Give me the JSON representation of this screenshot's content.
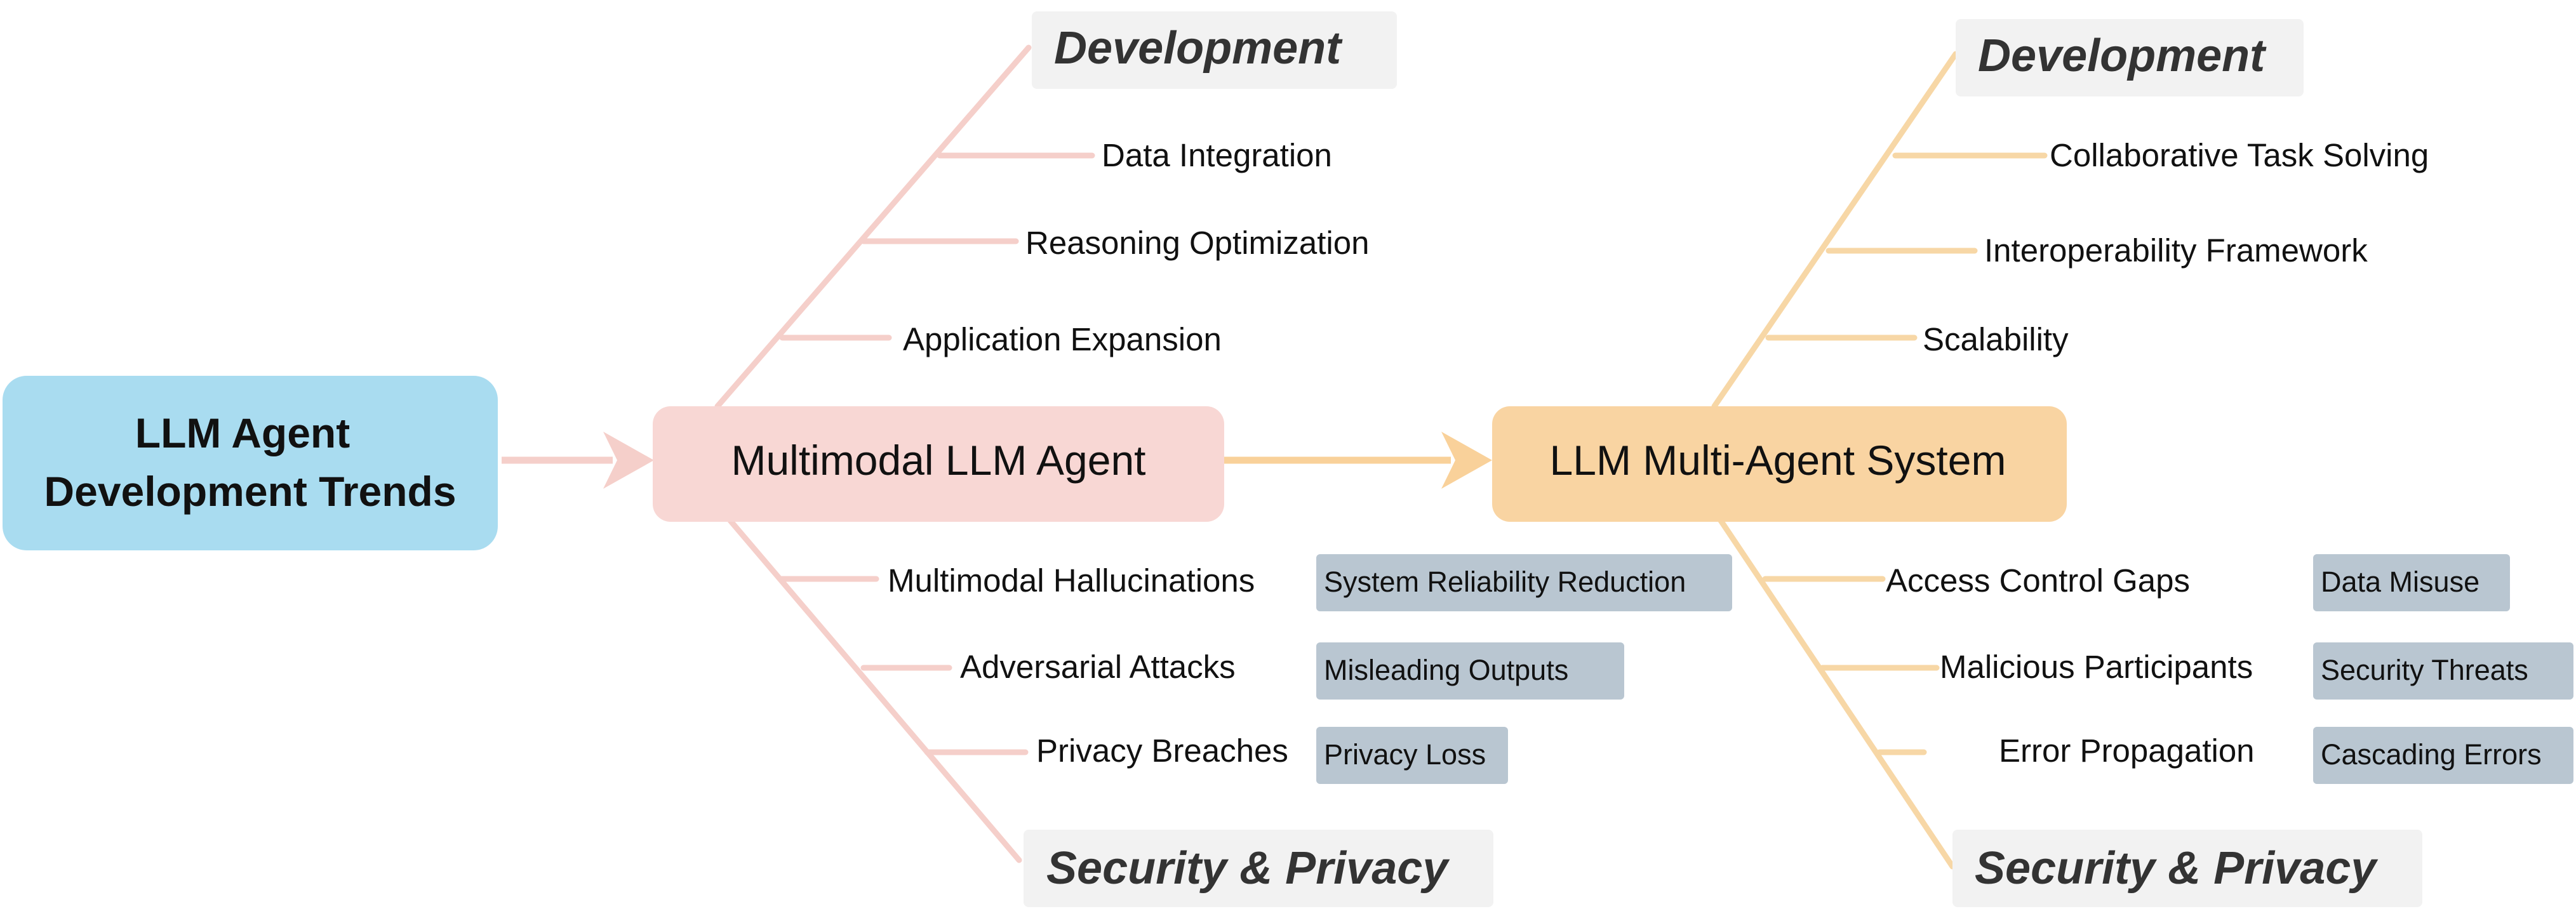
{
  "colors": {
    "root_fill": "#a9dcf0",
    "multimodal_fill": "#f8d7d4",
    "multimodal_line": "#f5cfca",
    "multi_agent_fill": "#f9d4a2",
    "multi_agent_line": "#f7d7a6",
    "heading_fill": "#f2f2f2",
    "tag_fill": "#b9c6d1"
  },
  "root": {
    "line1": "LLM Agent",
    "line2": "Development Trends"
  },
  "multimodal": {
    "title": "Multimodal LLM Agent",
    "development": {
      "heading": "Development",
      "items": [
        "Data Integration",
        "Reasoning Optimization",
        "Application Expansion"
      ]
    },
    "security": {
      "heading": "Security & Privacy",
      "items": [
        {
          "label": "Multimodal Hallucinations",
          "tag": "System Reliability Reduction"
        },
        {
          "label": "Adversarial Attacks",
          "tag": "Misleading Outputs"
        },
        {
          "label": "Privacy Breaches",
          "tag": "Privacy Loss"
        }
      ]
    }
  },
  "multi_agent": {
    "title": "LLM Multi-Agent System",
    "development": {
      "heading": "Development",
      "items": [
        "Collaborative Task Solving",
        "Interoperability Framework",
        "Scalability"
      ]
    },
    "security": {
      "heading": "Security & Privacy",
      "items": [
        {
          "label": "Access Control Gaps",
          "tag": "Data Misuse"
        },
        {
          "label": "Malicious Participants",
          "tag": "Security Threats"
        },
        {
          "label": "Error Propagation",
          "tag": "Cascading Errors"
        }
      ]
    }
  }
}
